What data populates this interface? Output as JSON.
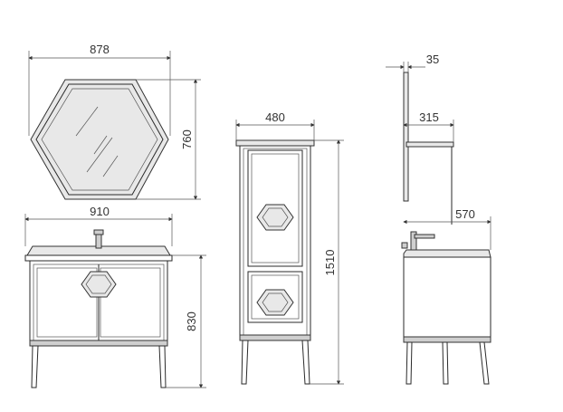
{
  "dimensions": {
    "mirror_width": "878",
    "mirror_height": "760",
    "cabinet_width": "910",
    "cabinet_height": "830",
    "tall_width": "480",
    "tall_height": "1510",
    "side_mirror_depth": "35",
    "side_top_depth": "315",
    "side_cabinet_depth": "570"
  },
  "colors": {
    "line": "#2a2a2a",
    "fill": "#e8e8e8",
    "background": "#ffffff"
  }
}
